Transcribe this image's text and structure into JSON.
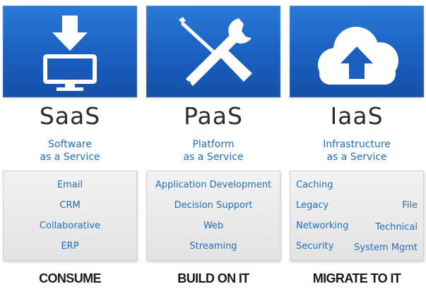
{
  "colors": {
    "tile_blue": "#1a5fc0",
    "label_blue": "#1e6fc0",
    "acronym_gray": "#2b2b2b",
    "panel_gray": "#e8e8e8"
  },
  "columns": [
    {
      "icon": "download-monitor-icon",
      "acronym": "SaaS",
      "subtitle": [
        "Software",
        "as a Service"
      ],
      "items": [
        "Email",
        "CRM",
        "Collaborative",
        "ERP"
      ],
      "footer": "CONSUME"
    },
    {
      "icon": "wrench-screwdriver-icon",
      "acronym": "PaaS",
      "subtitle": [
        "Platform",
        "as a Service"
      ],
      "items": [
        "Application Development",
        "Decision Support",
        "Web",
        "Streaming"
      ],
      "footer": "BUILD ON IT"
    },
    {
      "icon": "cloud-upload-icon",
      "acronym": "IaaS",
      "subtitle": [
        "Infrastructure",
        "as a Service"
      ],
      "items": [
        "Caching",
        "Legacy",
        "File",
        "Networking",
        "Technical",
        "Security",
        "System Mgmt"
      ],
      "footer": "MIGRATE TO IT"
    }
  ]
}
